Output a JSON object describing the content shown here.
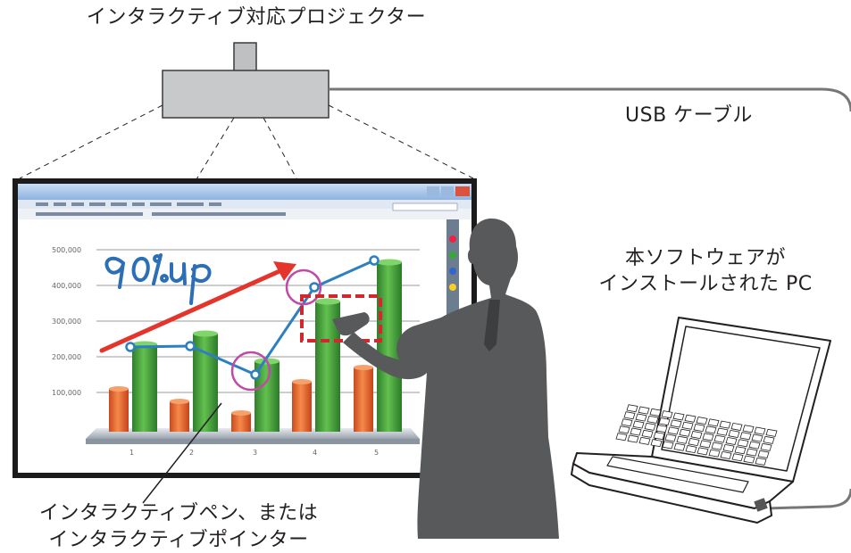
{
  "labels": {
    "projector": "インタラクティブ対応プロジェクター",
    "usb_cable": "USB ケーブル",
    "pc_line1": "本ソフトウェアが",
    "pc_line2": "インストールされた PC",
    "pen_line1": "インタラクティブペン、または",
    "pen_line2": "インタラクティブポインター"
  },
  "screen_chart": {
    "annotation": "90%up",
    "y_ticks": [
      "500,000",
      "400,000",
      "300,000",
      "200,000",
      "100,000"
    ],
    "x_ticks": [
      "1",
      "2",
      "3",
      "4",
      "5"
    ]
  },
  "colors": {
    "projector_body": "#c8c9ca",
    "cable": "#777777",
    "silhouette": "#58595b",
    "green_bar": "#3d9a3a",
    "orange_bar": "#e8552a",
    "line_series": "#2c7fc0",
    "arrow": "#e4352c",
    "highlight_box": "#d4262d"
  },
  "icons": [
    "projector-icon",
    "whiteboard-screen",
    "presenter-silhouette",
    "laptop-icon",
    "usb-cable"
  ]
}
